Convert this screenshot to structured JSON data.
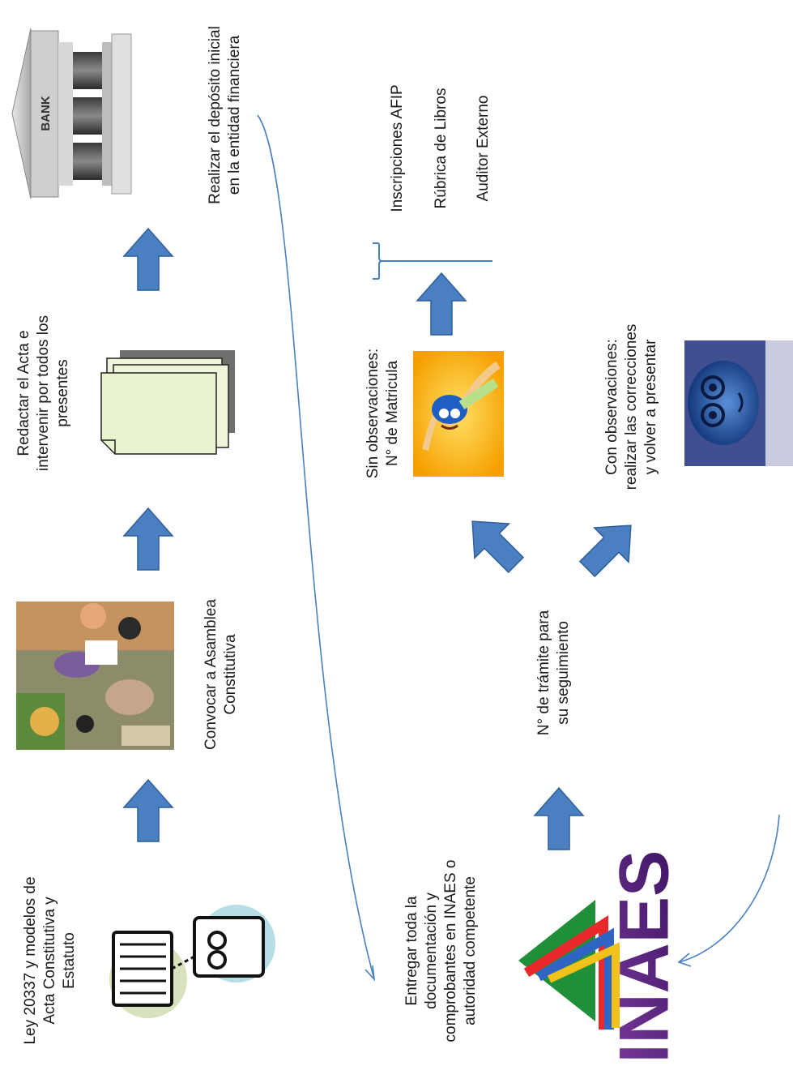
{
  "steps": {
    "ley": {
      "lines": [
        "Ley 20337 y modelos de",
        "Acta Constitutiva y",
        "Estatuto"
      ]
    },
    "asamblea": {
      "lines": [
        "Convocar a Asamblea",
        "Constitutiva"
      ]
    },
    "acta": {
      "lines": [
        "Redactar el Acta e",
        "intervenir por todos los",
        "presentes"
      ]
    },
    "deposito": {
      "lines": [
        "Realizar el depósito inicial",
        "en la entidad financiera"
      ]
    },
    "entregar": {
      "lines": [
        "Entregar toda la",
        "documentación y",
        "comprobantes en INAES o",
        "autoridad competente"
      ]
    },
    "tramite": {
      "lines": [
        "N° de trámite para",
        "su seguimiento"
      ]
    },
    "sin_obs": {
      "lines": [
        "Sin observaciones:",
        "N° de Matricula"
      ]
    },
    "con_obs": {
      "lines": [
        "Con observaciones:",
        "realizar las correcciones",
        "y volver a presentar"
      ]
    }
  },
  "outcomes": {
    "items": [
      "Inscripciones AFIP",
      "Rúbrica de Libros",
      "Auditor Externo"
    ]
  },
  "images": {
    "bank_label": "BANK",
    "inaes_logo": "INAES"
  },
  "colors": {
    "arrow": "#4a7fc1",
    "arrow_border": "#2f5f96",
    "connector": "#4a7fc1"
  }
}
